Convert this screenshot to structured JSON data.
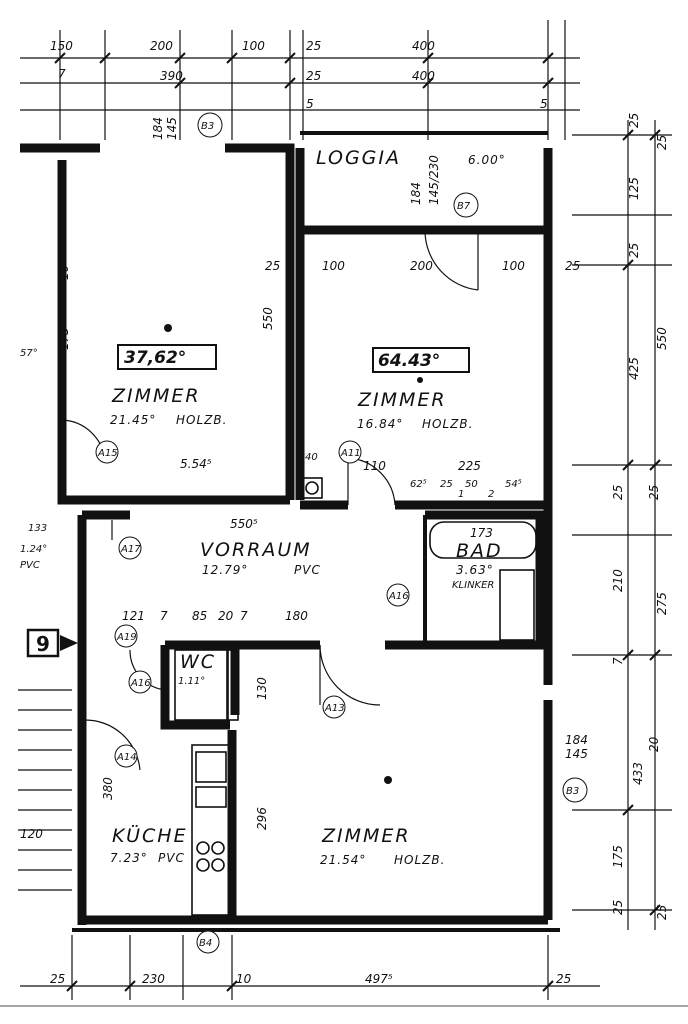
{
  "rooms": {
    "loggia": {
      "name": "LOGGIA",
      "area": "6.00°"
    },
    "zimmer_left": {
      "name": "ZIMMER",
      "area": "21.45°",
      "floor": "HOLZB.",
      "dims": "5.54⁵",
      "box": "37,62°"
    },
    "zimmer_right": {
      "name": "ZIMMER",
      "area": "16.84°",
      "floor": "HOLZB.",
      "box": "64.43°"
    },
    "vorraum": {
      "name": "VORRAUM",
      "area": "12.79°",
      "floor": "PVC"
    },
    "bad": {
      "name": "BAD",
      "area": "3.63°",
      "floor": "KLINKER"
    },
    "wc": {
      "name": "WC",
      "area": "1.11°"
    },
    "kueche": {
      "name": "KÜCHE",
      "area": "7.23°",
      "floor": "PVC"
    },
    "zimmer_bottom": {
      "name": "ZIMMER",
      "area": "21.54°",
      "floor": "HOLZB."
    }
  },
  "dims_top_row1": [
    "150",
    "200",
    "100",
    "25",
    "400"
  ],
  "dims_top_row2": [
    "7",
    "390",
    "25",
    "400"
  ],
  "dims_top_row3": [
    "5",
    "5"
  ],
  "dims_right_outer": [
    "25",
    "550",
    "275",
    "433",
    "25"
  ],
  "dims_right_inner": [
    "25",
    "125",
    "25",
    "425",
    "25",
    "25",
    "210",
    "7",
    "184",
    "145",
    "20",
    "175",
    "25"
  ],
  "dims_bottom": [
    "25",
    "230",
    "10",
    "497⁵",
    "25"
  ],
  "dims_interior": {
    "d100a": "100",
    "d200": "200",
    "d100b": "100",
    "d25a": "25",
    "d25b": "25",
    "d184": "184",
    "d145_230": "145/230",
    "d550": "550",
    "d550b": "550⁵",
    "d40": "40",
    "d110": "110",
    "d225": "225",
    "d62": "62⁵",
    "d25c": "25",
    "d50": "50",
    "d54": "54⁵",
    "d2": "2",
    "d1": "1",
    "d121": "121",
    "d7a": "7",
    "d85": "85",
    "d20": "20",
    "d7b": "7",
    "d180": "180",
    "d173": "173",
    "d130": "130",
    "d296": "296",
    "d380": "380",
    "d133": "133",
    "d124": "1.24°",
    "dpvc": "PVC",
    "d120": "120",
    "d57": "57°",
    "d10": "10",
    "d173b": "173",
    "d184b": "184",
    "d145b": "145"
  },
  "markers": [
    "B3",
    "B7",
    "A13",
    "A11",
    "A17",
    "A19",
    "A16",
    "A14",
    "A15",
    "B3",
    "B4",
    "A16"
  ],
  "entry_number": "9"
}
